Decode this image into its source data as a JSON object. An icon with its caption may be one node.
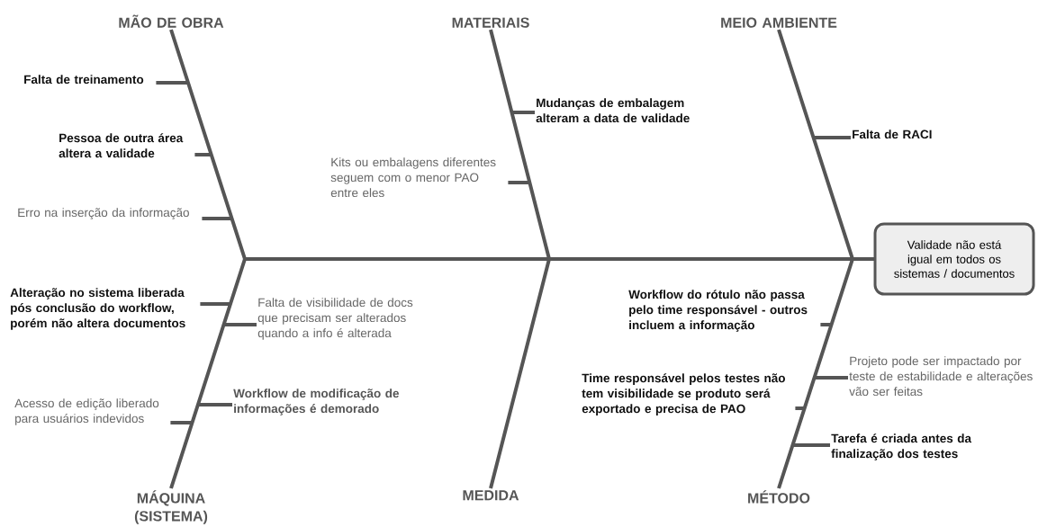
{
  "diagram": {
    "nodes": [
      {
        "text": [
          "MÃO DE OBRA"
        ]
      },
      {
        "text": [
          "MATERIAIS"
        ]
      },
      {
        "text": [
          "MEIO AMBIENTE"
        ]
      },
      {
        "text": [
          "Falta de treinamento"
        ]
      },
      {
        "text": [
          "Mudanças de embalagem alteram a data de validade"
        ]
      },
      {
        "text": [
          "Falta de RACI"
        ]
      },
      {
        "text": [
          "Pessoa de outra área altera a validade"
        ]
      },
      {
        "text": [
          "Kits ou embalagens diferentes seguem com o menor PAO entre eles"
        ]
      },
      {
        "text": [
          "Erro na inserção da informação"
        ]
      },
      {
        "text": [
          "Validade não está igual em todos os sistemas / documentos"
        ]
      },
      {
        "text": [
          "Alteração no sistema liberada pós conclusão do workflow, porém não altera documentos"
        ]
      },
      {
        "text": [
          "Falta de visibilidade de docs que precisam ser alterados quando a info é alterada"
        ]
      },
      {
        "text": [
          "Workflow do rótulo não passa pelo time responsável - outros incluem a informação"
        ]
      },
      {
        "text": [
          "Projeto pode ser impactado por teste de estabilidade e alterações vão ser feitas"
        ]
      },
      {
        "text": [
          "Workflow de modificação de informações é demorado"
        ]
      },
      {
        "text": [
          "Time responsável pelos testes não tem visibilidade se produto será exportado e precisa de PAO"
        ]
      },
      {
        "text": [
          "Acesso de edição liberado para usuários indevidos"
        ]
      },
      {
        "text": [
          "Tarefa é criada antes da finalização dos testes"
        ]
      },
      {
        "text": [
          "MÁQUINA (SISTEMA)"
        ]
      },
      {
        "text": [
          "MEDIDA"
        ]
      },
      {
        "text": [
          "MÉTODO"
        ]
      }
    ],
    "edges": [
      {
        "from": 0,
        "to": 9,
        "arrow": "none"
      },
      {
        "from": 1,
        "to": 9,
        "arrow": "none"
      },
      {
        "from": 2,
        "to": 9,
        "arrow": "none"
      },
      {
        "from": 18,
        "to": 9,
        "arrow": "none"
      },
      {
        "from": 19,
        "to": 9,
        "arrow": "none"
      },
      {
        "from": 20,
        "to": 9,
        "arrow": "none"
      },
      {
        "from": 3,
        "to": null,
        "arrow": "none"
      },
      {
        "from": 4,
        "to": null,
        "arrow": "none"
      },
      {
        "from": 5,
        "to": null,
        "arrow": "none"
      },
      {
        "from": 6,
        "to": null,
        "arrow": "none"
      },
      {
        "from": 7,
        "to": null,
        "arrow": "none"
      },
      {
        "from": 8,
        "to": null,
        "arrow": "none"
      },
      {
        "from": 10,
        "to": null,
        "arrow": "none"
      },
      {
        "from": 11,
        "to": null,
        "arrow": "none"
      },
      {
        "from": 12,
        "to": null,
        "arrow": "none"
      },
      {
        "from": 13,
        "to": null,
        "arrow": "none"
      },
      {
        "from": 14,
        "to": null,
        "arrow": "none"
      },
      {
        "from": 15,
        "to": null,
        "arrow": "none"
      },
      {
        "from": 16,
        "to": null,
        "arrow": "none"
      },
      {
        "from": 17,
        "to": null,
        "arrow": "none"
      }
    ]
  }
}
